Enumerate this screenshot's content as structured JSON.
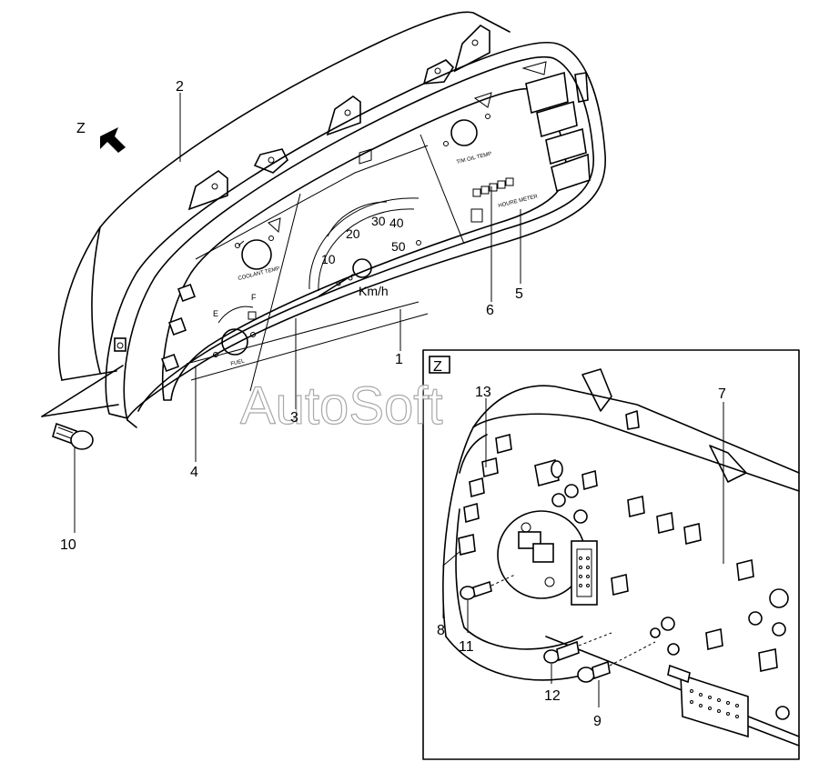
{
  "watermark": "AutoSoft",
  "view_label": "Z",
  "callouts": [
    "1",
    "2",
    "3",
    "4",
    "5",
    "6",
    "7",
    "8",
    "9",
    "10",
    "11",
    "12",
    "13"
  ],
  "speedometer": {
    "ticks": [
      "10",
      "20",
      "30",
      "40",
      "50"
    ],
    "unit": "Km/h"
  },
  "gauges": {
    "coolant": "COOLANT TEMP",
    "fuel": "FUEL",
    "fuel_empty": "E",
    "fuel_full": "F",
    "transmission": "T/M OIL TEMP",
    "hourmeter": "HOURE METER"
  }
}
